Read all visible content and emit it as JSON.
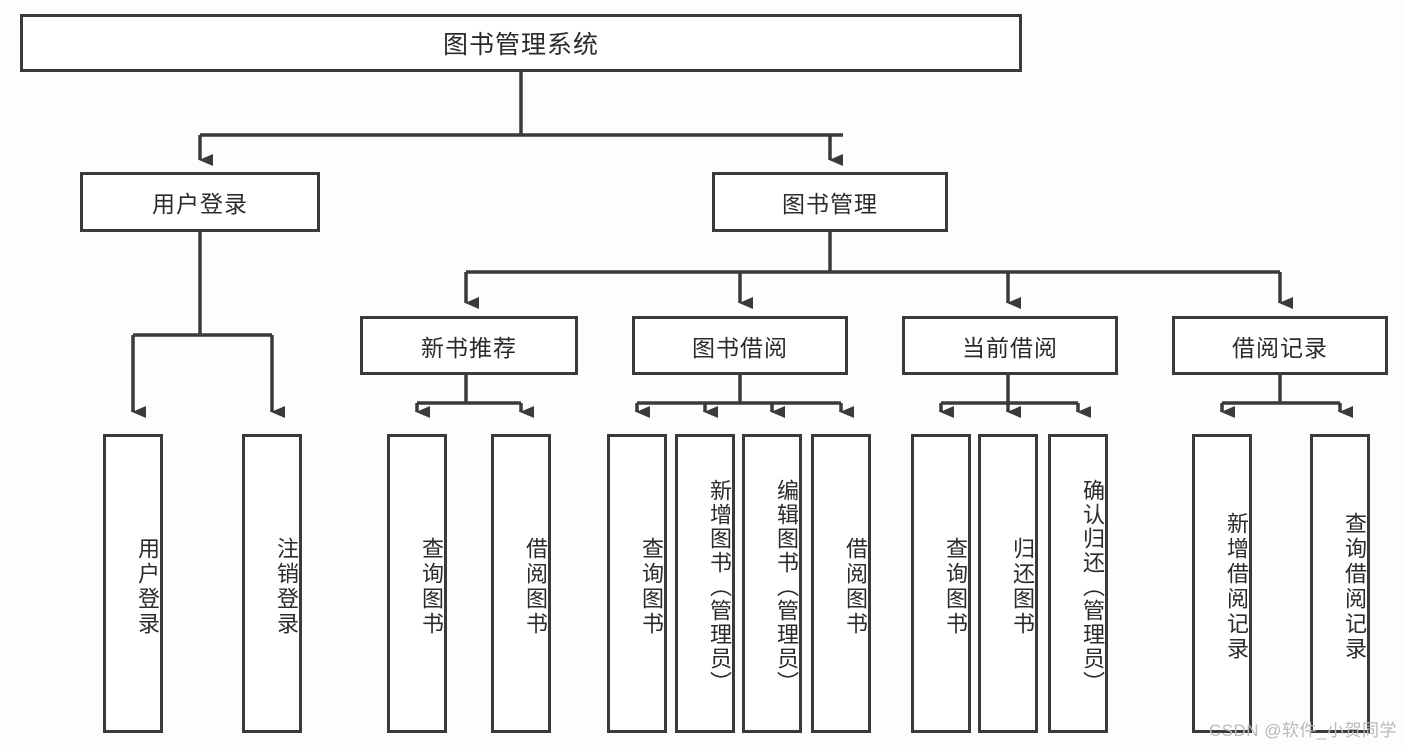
{
  "diagram": {
    "title_node": "图书管理系统",
    "type": "tree-hierarchy-diagram",
    "background_color": "#fdfdfd",
    "line_color": "#3a3a3a",
    "text_color": "#2b2b2b",
    "watermark": "CSDN @软件_小贺同学"
  },
  "nodes": {
    "root": {
      "label": "图书管理系统"
    },
    "level2": [
      {
        "label": "用户登录"
      },
      {
        "label": "图书管理"
      }
    ],
    "level3": [
      {
        "label": "新书推荐"
      },
      {
        "label": "图书借阅"
      },
      {
        "label": "当前借阅"
      },
      {
        "label": "借阅记录"
      }
    ],
    "leaves": [
      {
        "label": "用户登录",
        "parent": "用户登录"
      },
      {
        "label": "注销登录",
        "parent": "用户登录"
      },
      {
        "label": "查询图书",
        "parent": "新书推荐"
      },
      {
        "label": "借阅图书",
        "parent": "新书推荐"
      },
      {
        "label": "查询图书",
        "parent": "图书借阅"
      },
      {
        "label": "新增图书（管理员）",
        "parent": "图书借阅"
      },
      {
        "label": "编辑图书（管理员）",
        "parent": "图书借阅"
      },
      {
        "label": "借阅图书",
        "parent": "图书借阅"
      },
      {
        "label": "查询图书",
        "parent": "当前借阅"
      },
      {
        "label": "归还图书",
        "parent": "当前借阅"
      },
      {
        "label": "确认归还（管理员）",
        "parent": "当前借阅"
      },
      {
        "label": "新增借阅记录",
        "parent": "借阅记录"
      },
      {
        "label": "查询借阅记录",
        "parent": "借阅记录"
      }
    ]
  }
}
